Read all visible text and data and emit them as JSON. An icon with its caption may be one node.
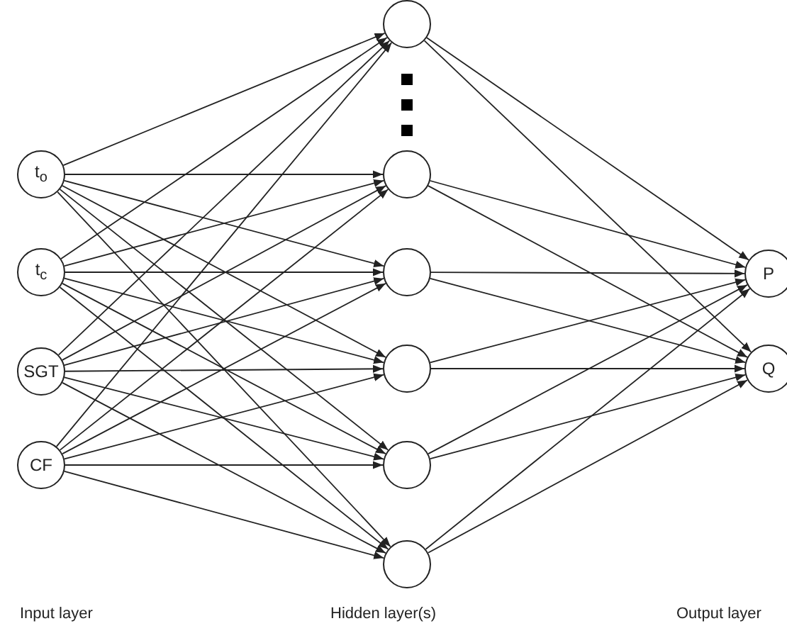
{
  "diagram": {
    "nodes": [
      {
        "text": [
          "t$_{o}$"
        ]
      },
      {
        "text": [
          "t$_{c}$"
        ]
      },
      {
        "text": [
          "SGT"
        ]
      },
      {
        "text": [
          "CF"
        ]
      },
      {
        "text": [],
        "shape": "circle"
      },
      {
        "text": [],
        "shape": "circle"
      },
      {
        "text": [],
        "shape": "circle"
      },
      {
        "text": [],
        "shape": "circle"
      },
      {
        "text": [],
        "shape": "circle"
      },
      {
        "text": [],
        "shape": "circle"
      },
      {
        "text": [
          "P"
        ]
      },
      {
        "text": [
          "Q"
        ]
      }
    ],
    "edges": [
      {
        "from": 0,
        "to": 4,
        "arrow": "to"
      },
      {
        "from": 0,
        "to": 5,
        "arrow": "to"
      },
      {
        "from": 0,
        "to": 6,
        "arrow": "to"
      },
      {
        "from": 0,
        "to": 7,
        "arrow": "to"
      },
      {
        "from": 0,
        "to": 8,
        "arrow": "to"
      },
      {
        "from": 0,
        "to": 9,
        "arrow": "to"
      },
      {
        "from": 1,
        "to": 4,
        "arrow": "to"
      },
      {
        "from": 1,
        "to": 5,
        "arrow": "to"
      },
      {
        "from": 1,
        "to": 6,
        "arrow": "to"
      },
      {
        "from": 1,
        "to": 7,
        "arrow": "to"
      },
      {
        "from": 1,
        "to": 8,
        "arrow": "to"
      },
      {
        "from": 1,
        "to": 9,
        "arrow": "to"
      },
      {
        "from": 2,
        "to": 4,
        "arrow": "to"
      },
      {
        "from": 2,
        "to": 5,
        "arrow": "to"
      },
      {
        "from": 2,
        "to": 6,
        "arrow": "to"
      },
      {
        "from": 2,
        "to": 7,
        "arrow": "to"
      },
      {
        "from": 2,
        "to": 8,
        "arrow": "to"
      },
      {
        "from": 2,
        "to": 9,
        "arrow": "to"
      },
      {
        "from": 3,
        "to": 4,
        "arrow": "to"
      },
      {
        "from": 3,
        "to": 5,
        "arrow": "to"
      },
      {
        "from": 3,
        "to": 6,
        "arrow": "to"
      },
      {
        "from": 3,
        "to": 7,
        "arrow": "to"
      },
      {
        "from": 3,
        "to": 8,
        "arrow": "to"
      },
      {
        "from": 3,
        "to": 9,
        "arrow": "to"
      },
      {
        "from": 4,
        "to": 10,
        "arrow": "to"
      },
      {
        "from": 4,
        "to": 11,
        "arrow": "to"
      },
      {
        "from": 5,
        "to": 10,
        "arrow": "to"
      },
      {
        "from": 5,
        "to": 11,
        "arrow": "to"
      },
      {
        "from": 6,
        "to": 10,
        "arrow": "to"
      },
      {
        "from": 6,
        "to": 11,
        "arrow": "to"
      },
      {
        "from": 7,
        "to": 10,
        "arrow": "to"
      },
      {
        "from": 7,
        "to": 11,
        "arrow": "to"
      },
      {
        "from": 8,
        "to": 10,
        "arrow": "to"
      },
      {
        "from": 8,
        "to": 11,
        "arrow": "to"
      },
      {
        "from": 9,
        "to": 10,
        "arrow": "to"
      },
      {
        "from": 9,
        "to": 11,
        "arrow": "to"
      }
    ],
    "labels": [
      "Input layer",
      "Hidden layer(s)",
      "Output layer"
    ]
  }
}
